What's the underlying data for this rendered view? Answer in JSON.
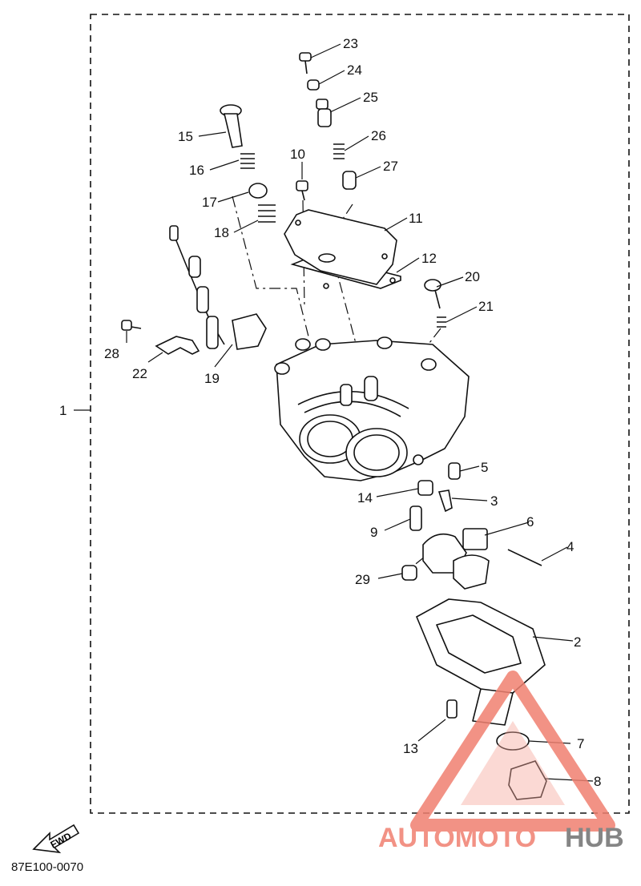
{
  "diagram": {
    "assembly_label": "1",
    "part_labels": [
      "2",
      "3",
      "4",
      "5",
      "6",
      "7",
      "8",
      "9",
      "10",
      "11",
      "12",
      "13",
      "14",
      "15",
      "16",
      "17",
      "18",
      "19",
      "20",
      "21",
      "22",
      "23",
      "24",
      "25",
      "26",
      "27",
      "28",
      "29"
    ],
    "fwd_label": "FWD",
    "drawing_code": "87E100-0070"
  },
  "watermark": {
    "text_part1": "AUTOMOTO",
    "text_part2": "HUB",
    "color_primary": "#f08070",
    "color_secondary": "#707070"
  }
}
